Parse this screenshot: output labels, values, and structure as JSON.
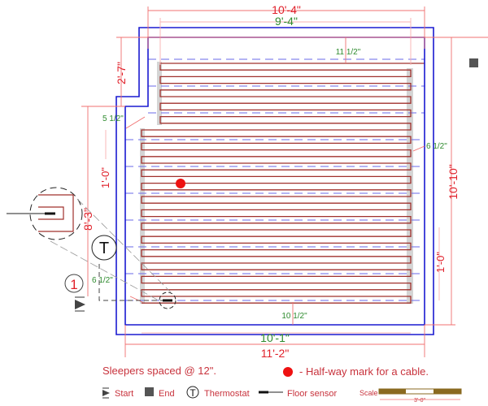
{
  "dimensions": {
    "top_outer": "10'-4\"",
    "top_inner": "9'-4\"",
    "bottom_inner": "10'-1\"",
    "bottom_outer": "11'-2\"",
    "left_notch": "2'-7\"",
    "left_height": "8'-3\"",
    "left_spacing": "1'-0\"",
    "right_height": "10'-10\"",
    "right_spacing": "1'-0\"",
    "top_gap": "11 1/2\"",
    "notch_gap": "5 1/2\"",
    "right_gap": "6 1/2\"",
    "left_gap": "6 1/2\"",
    "bottom_gap": "10 1/2\""
  },
  "markers": {
    "thermostat_symbol": "T",
    "start_number": "1"
  },
  "notes": {
    "sleepers": "Sleepers spaced @ 12\".",
    "halfway": "- Half-way mark for a cable."
  },
  "legend": {
    "start": "Start",
    "end": "End",
    "thermostat": "Thermostat",
    "thermostat_symbol": "T",
    "floor_sensor": "Floor sensor",
    "scale": "Scale",
    "scale_length": "3'-0\""
  },
  "colors": {
    "wall": "#1a1ad0",
    "cable": "#a0302c",
    "dimension": "#f07070",
    "dim_text": "#e0202a",
    "gap_text": "#2e8b2e",
    "halfway_dot": "#ee1111"
  }
}
